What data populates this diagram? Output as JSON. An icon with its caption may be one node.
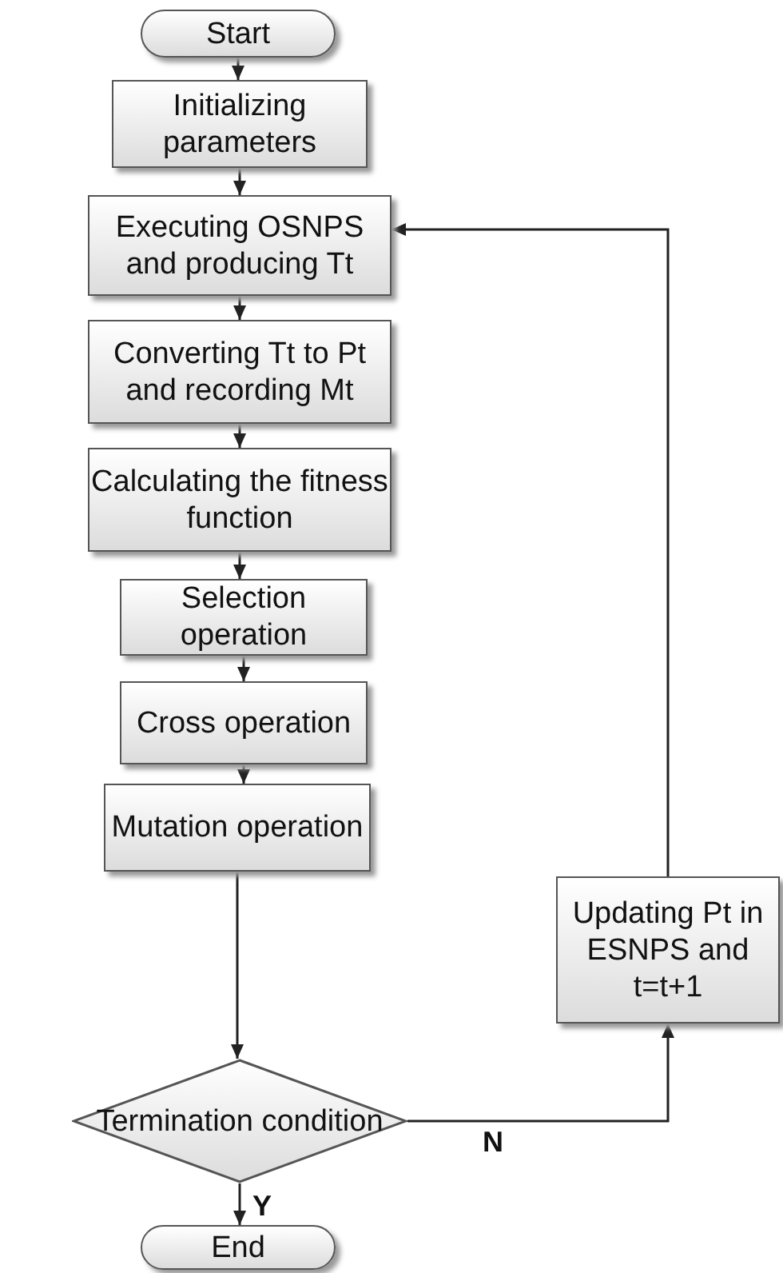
{
  "diagram": {
    "nodes": [
      {
        "text": [
          "Start"
        ]
      },
      {
        "text": [
          "Initializing parameters"
        ]
      },
      {
        "text": [
          "Executing OSNPS and producing Tt"
        ]
      },
      {
        "text": [
          "Converting Tt to Pt and recording Mt"
        ]
      },
      {
        "text": [
          "Calculating the fitness function"
        ]
      },
      {
        "text": [
          "Selection operation"
        ]
      },
      {
        "text": [
          "Cross operation"
        ]
      },
      {
        "text": [
          "Mutation operation"
        ]
      },
      {
        "text": [
          "Termination condition"
        ]
      },
      {
        "text": [
          "End"
        ]
      },
      {
        "text": [
          "Updating Pt in ESNPS and t=t+1"
        ]
      }
    ],
    "edges": [
      {
        "from": 0,
        "to": 1,
        "arrow": "to"
      },
      {
        "from": 1,
        "to": 2,
        "arrow": "to"
      },
      {
        "from": 2,
        "to": 3,
        "arrow": "to"
      },
      {
        "from": 3,
        "to": 4,
        "arrow": "to"
      },
      {
        "from": 4,
        "to": 5,
        "arrow": "to"
      },
      {
        "from": 5,
        "to": 6,
        "arrow": "to"
      },
      {
        "from": 6,
        "to": 7,
        "arrow": "to"
      },
      {
        "from": 7,
        "to": 8,
        "arrow": "to"
      },
      {
        "from": 8,
        "to": 9,
        "arrow": "to",
        "label": "Y"
      },
      {
        "from": 8,
        "to": 10,
        "arrow": "to",
        "label": "N"
      },
      {
        "from": 10,
        "to": 2,
        "arrow": "to"
      }
    ]
  }
}
